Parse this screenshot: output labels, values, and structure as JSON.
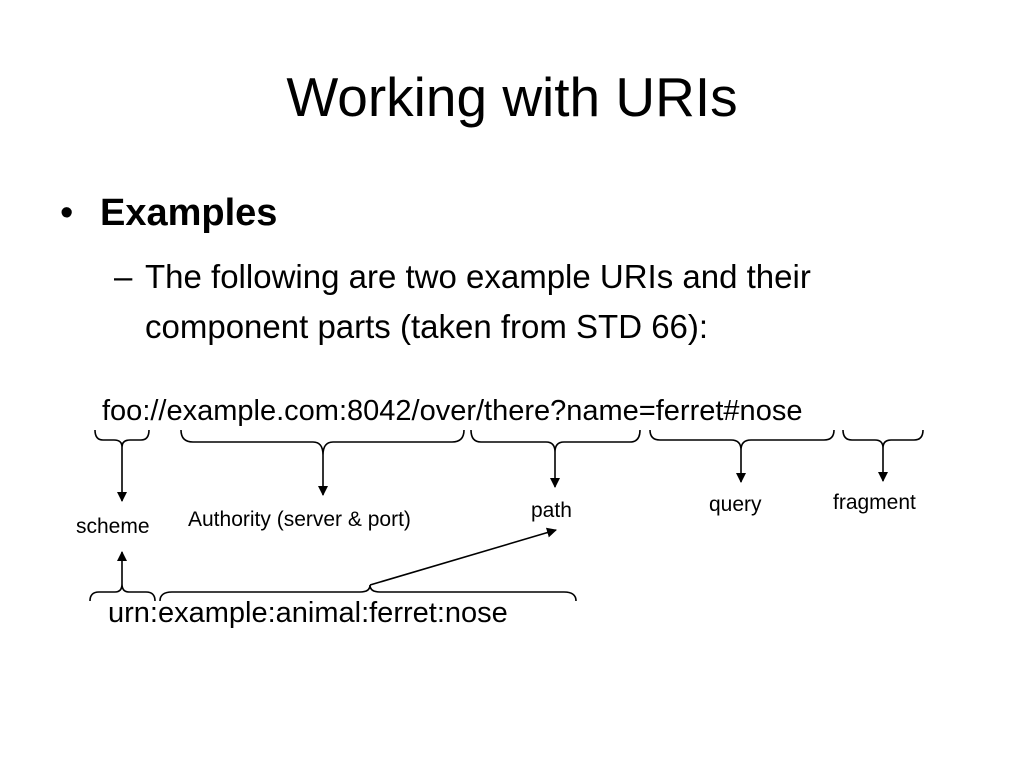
{
  "slide": {
    "title": "Working with URIs",
    "bullet": {
      "marker": "•",
      "label": "Examples",
      "sub": {
        "marker": "–",
        "text": "The following are two example URIs and their component parts (taken from STD 66):"
      }
    }
  },
  "diagram": {
    "uri_1": "foo://example.com:8042/over/there?name=ferret#nose",
    "uri_2": "urn:example:animal:ferret:nose",
    "labels": {
      "scheme": "scheme",
      "authority": "Authority (server & port)",
      "path": "path",
      "query": "query",
      "fragment": "fragment"
    }
  }
}
